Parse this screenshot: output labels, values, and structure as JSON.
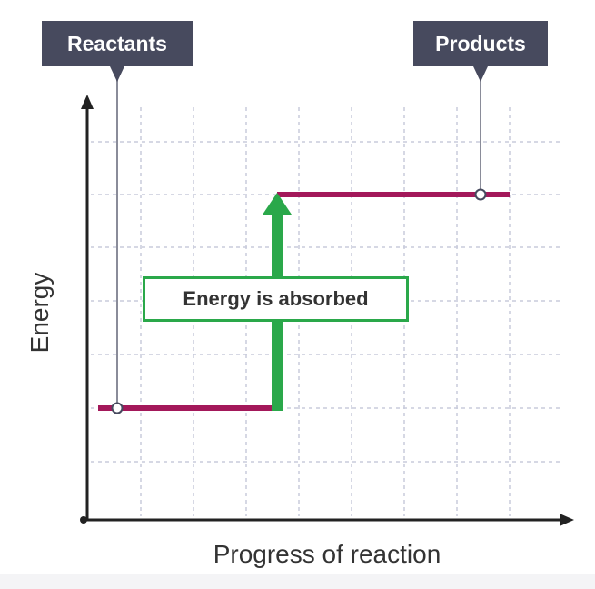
{
  "diagram": {
    "reactants_label": "Reactants",
    "products_label": "Products",
    "annotation": "Energy is absorbed",
    "x_axis_label": "Progress of reaction",
    "y_axis_label": "Energy"
  },
  "chart_data": {
    "type": "line",
    "xlabel": "Progress of reaction",
    "ylabel": "Energy",
    "series": [
      {
        "name": "Reactants",
        "x": [
          0,
          0.4
        ],
        "y": [
          0.3,
          0.3
        ]
      },
      {
        "name": "Products",
        "x": [
          0.4,
          0.8
        ],
        "y": [
          0.7,
          0.7
        ]
      }
    ],
    "annotations": [
      "Energy is absorbed"
    ],
    "grid": true
  },
  "colors": {
    "energy_level": "#a3185a",
    "arrow": "#2aa84a",
    "grid": "#c9ccdc",
    "axis": "#222222",
    "callout_bg": "#474a5e",
    "leader_line": "#8a8c99"
  },
  "icons": {
    "arrow_up": "arrow-up-icon",
    "axis_arrows": "arrowhead-icon"
  }
}
